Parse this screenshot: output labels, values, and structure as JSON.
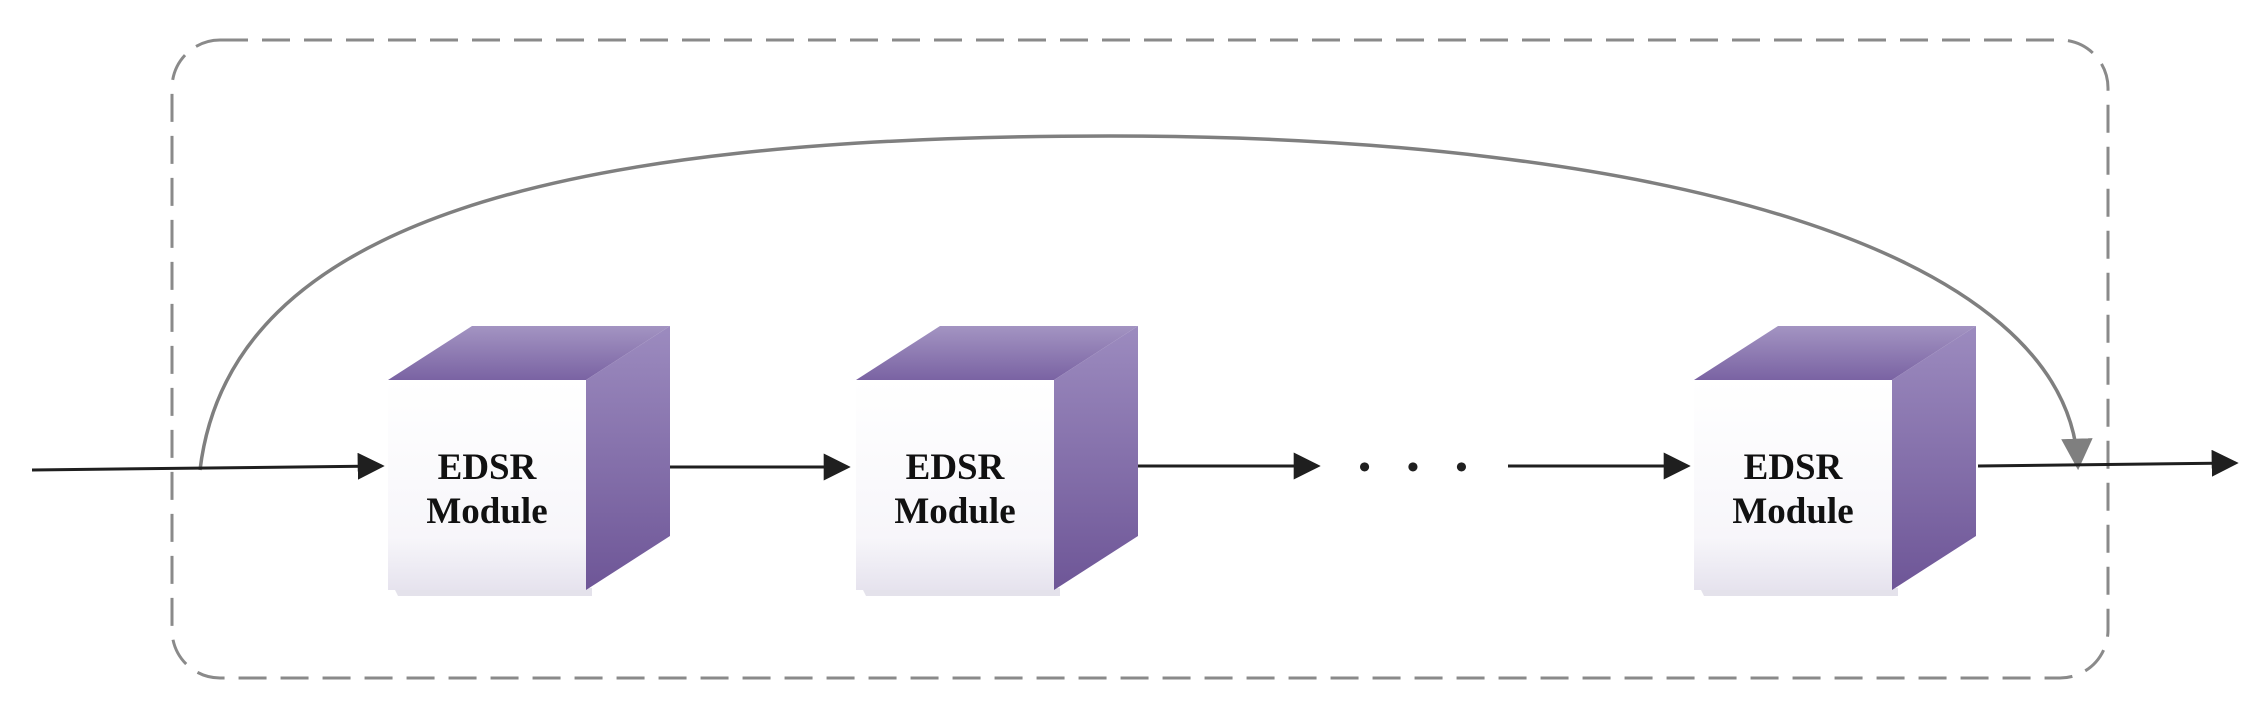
{
  "diagram": {
    "modules": [
      {
        "line1": "EDSR",
        "line2": "Module"
      },
      {
        "line1": "EDSR",
        "line2": "Module"
      },
      {
        "line1": "EDSR",
        "line2": "Module"
      }
    ],
    "ellipsis": "• • •"
  },
  "colors": {
    "cube_top": "#7a64a3",
    "cube_side": "#6f5898",
    "cube_front_top": "#ffffff",
    "cube_front_bottom": "#ebe9f1",
    "dashed_border": "#8a8a8a",
    "skip_arc": "#7f7f7f",
    "arrow": "#1f1f1f"
  }
}
